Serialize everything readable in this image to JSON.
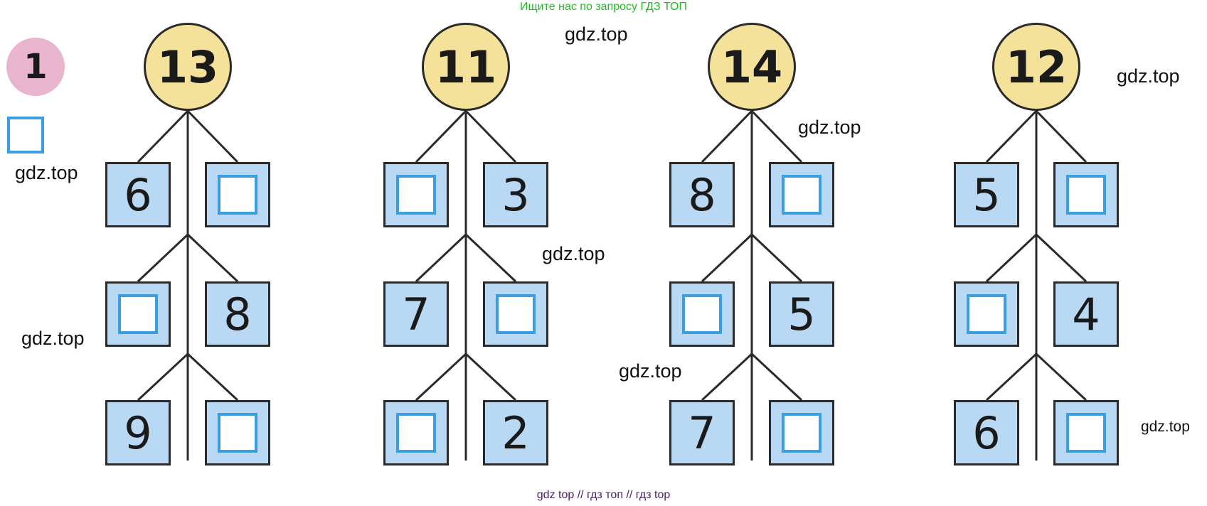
{
  "banner": "Ищите нас по запросу ГДЗ ТОП",
  "task_number": "1",
  "watermarks": [
    "gdz.top",
    "gdz.top",
    "gdz.top",
    "gdz.top",
    "gdz.top",
    "gdz.top",
    "gdz.top",
    "gdz.top"
  ],
  "footer": "gdz top  //  гдз топ  //  гдз top",
  "trees": [
    {
      "root": "13",
      "pairs": [
        [
          "6",
          ""
        ],
        [
          "",
          "8"
        ],
        [
          "9",
          ""
        ]
      ]
    },
    {
      "root": "11",
      "pairs": [
        [
          "",
          "3"
        ],
        [
          "7",
          ""
        ],
        [
          "",
          "2"
        ]
      ]
    },
    {
      "root": "14",
      "pairs": [
        [
          "8",
          ""
        ],
        [
          "",
          "5"
        ],
        [
          "7",
          ""
        ]
      ]
    },
    {
      "root": "12",
      "pairs": [
        [
          "5",
          ""
        ],
        [
          "",
          "4"
        ],
        [
          "6",
          ""
        ]
      ]
    }
  ],
  "colors": {
    "circle_fill": "#f5e29a",
    "cell_fill": "#b9d8f3",
    "answer_border": "#3a9ee0",
    "task_badge": "#e9b4cd",
    "banner_text": "#22bb22",
    "footer_text": "#4b2070"
  }
}
